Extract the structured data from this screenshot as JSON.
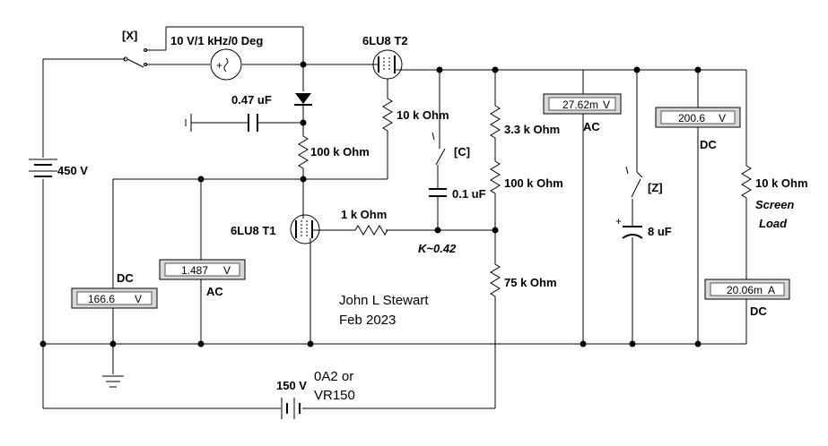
{
  "labels": {
    "switch_x": "[X]",
    "source": "10 V/1 kHz/0 Deg",
    "cap_047": "0.47 uF",
    "res_100k_top": "100 k Ohm",
    "res_10k": "10 k Ohm",
    "tube_t2": "6LU8 T2",
    "tube_t1": "6LU8 T1",
    "battery_450": "450 V",
    "res_33k": "3.3 k Ohm",
    "switch_c": "[C]",
    "cap_01": "0.1 uF",
    "res_100k_mid": "100 k Ohm",
    "res_1k": "1 k Ohm",
    "k_factor": "K~0.42",
    "res_75k": "75 k Ohm",
    "switch_z": "[Z]",
    "cap_8": "8 uF",
    "res_10k_screen": "10 k Ohm",
    "screen": "Screen",
    "load": "Load",
    "author": "John L Stewart",
    "date": "Feb 2023",
    "battery_150": "150 V",
    "regulator_1": "0A2 or",
    "regulator_2": "VR150"
  },
  "meters": {
    "m1": {
      "value": "166.6",
      "unit": "V",
      "mode": "DC"
    },
    "m2": {
      "value": "1.487",
      "unit": "V",
      "mode": "AC"
    },
    "m3": {
      "value": "27.62m",
      "unit": "V",
      "mode": "AC"
    },
    "m4": {
      "value": "200.6",
      "unit": "V",
      "mode": "DC"
    },
    "m5": {
      "value": "20.06m",
      "unit": "A",
      "mode": "DC"
    }
  }
}
